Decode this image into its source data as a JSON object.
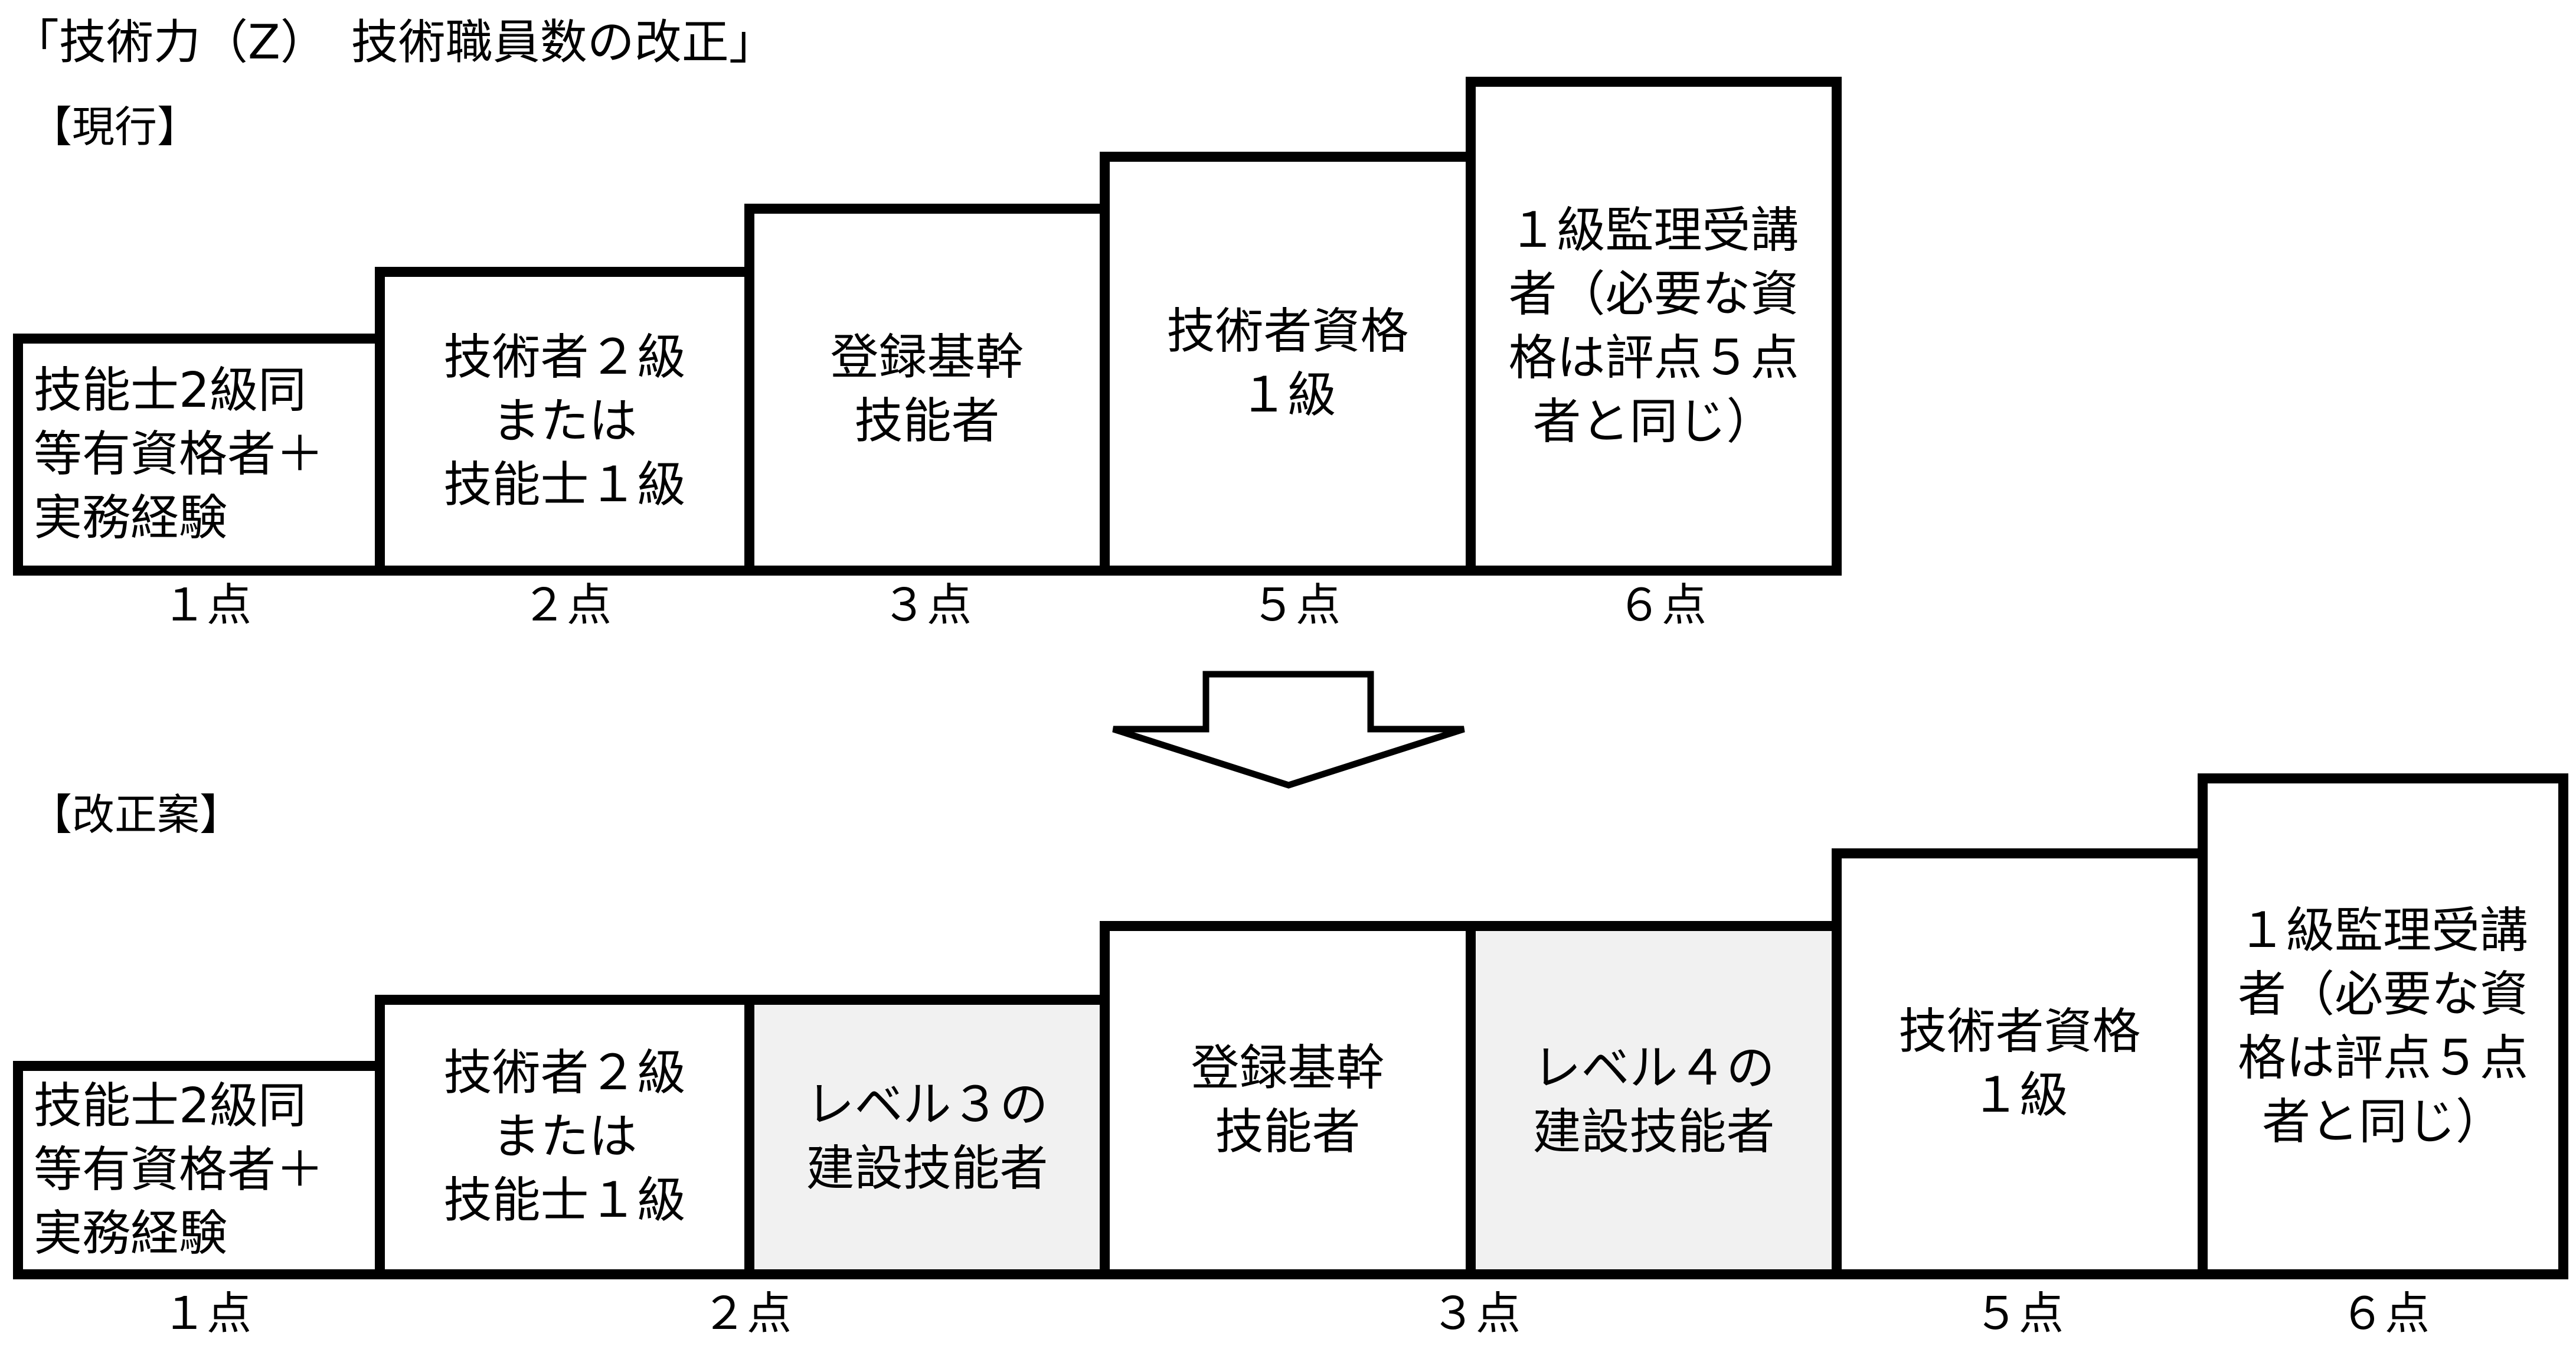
{
  "title": "「技術力（Z）　技術職員数の改正」",
  "current": {
    "heading": "【現行】",
    "boxes": [
      {
        "text": "技能士2級同\n等有資格者＋\n実務経験"
      },
      {
        "text": "技術者２級\nまたは\n技能士１級"
      },
      {
        "text": "登録基幹\n技能者"
      },
      {
        "text": "技術者資格\n１級"
      },
      {
        "text": "１級監理受講\n者（必要な資\n格は評点５点\n者と同じ）"
      }
    ],
    "points": [
      "１点",
      "２点",
      "３点",
      "５点",
      "６点"
    ]
  },
  "proposed": {
    "heading": "【改正案】",
    "boxes": [
      {
        "text": "技能士2級同\n等有資格者＋\n実務経験"
      },
      {
        "text": "技術者２級\nまたは\n技能士１級"
      },
      {
        "text": "レベル３の\n建設技能者",
        "shaded": true
      },
      {
        "text": "登録基幹\n技能者"
      },
      {
        "text": "レベル４の\n建設技能者",
        "shaded": true
      },
      {
        "text": "技術者資格\n１級"
      },
      {
        "text": "１級監理受講\n者（必要な資\n格は評点５点\n者と同じ）"
      }
    ],
    "points": [
      "１点",
      "２点",
      "３点",
      "５点",
      "６点"
    ]
  },
  "colors": {
    "border": "#000000",
    "shade": "#f1f1f1",
    "background": "#ffffff"
  }
}
